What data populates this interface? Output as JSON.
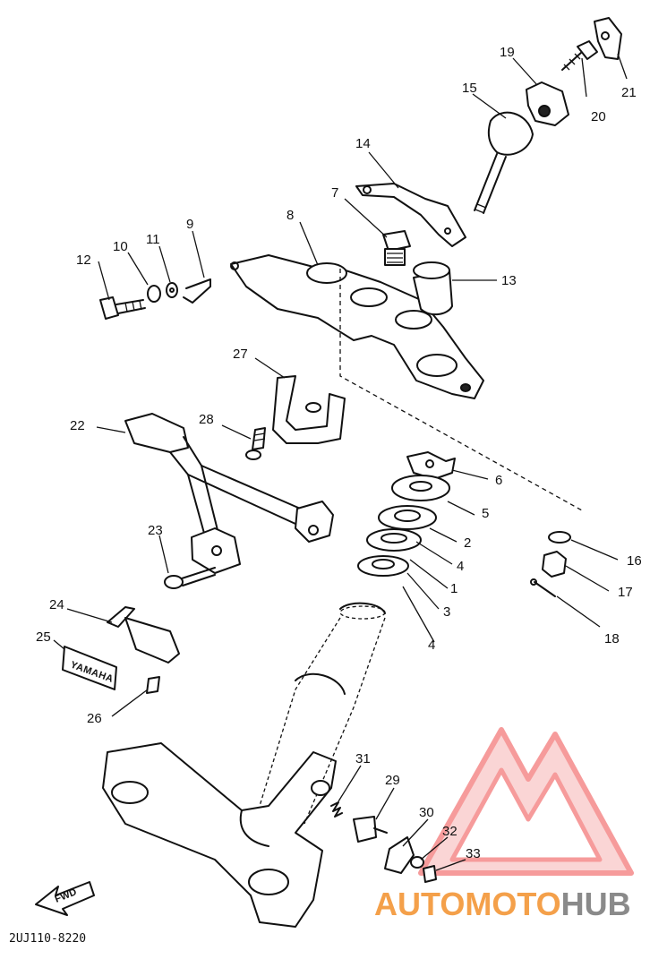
{
  "diagram_code": "2UJ110-8220",
  "fwd_label": "FWD",
  "brand_emblem": "YAMAHA",
  "watermark": {
    "part1": "AUTOMOTO",
    "part2": "HUB",
    "color1": "#f4a04a",
    "color2": "#8a8a8a",
    "logo_color": "#ef4b4b"
  },
  "callouts": {
    "c1": "1",
    "c2": "2",
    "c3": "3",
    "c4a": "4",
    "c4b": "4",
    "c5": "5",
    "c6": "6",
    "c7": "7",
    "c8": "8",
    "c9": "9",
    "c10": "10",
    "c11": "11",
    "c12": "12",
    "c13": "13",
    "c14": "14",
    "c15": "15",
    "c16": "16",
    "c17": "17",
    "c18": "18",
    "c19": "19",
    "c20": "20",
    "c21": "21",
    "c22": "22",
    "c23": "23",
    "c24": "24",
    "c25": "25",
    "c26": "26",
    "c27": "27",
    "c28": "28",
    "c29": "29",
    "c30": "30",
    "c31": "31",
    "c32": "32",
    "c33": "33"
  }
}
